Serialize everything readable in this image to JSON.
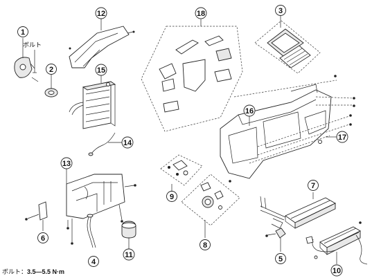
{
  "callouts": [
    "1",
    "2",
    "3",
    "4",
    "5",
    "6",
    "7",
    "8",
    "9",
    "10",
    "11",
    "12",
    "13",
    "14",
    "15",
    "16",
    "17",
    "18"
  ],
  "bolt_label": "ボルト",
  "torque_spec": {
    "label": "ボルト：",
    "value": "3.5—5.5 N·m"
  }
}
